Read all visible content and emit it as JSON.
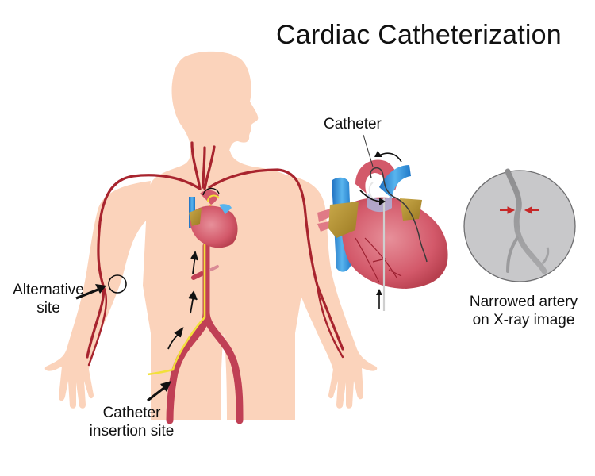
{
  "title": "Cardiac Catheterization",
  "labels": {
    "catheter": "Catheter",
    "alternative_site_line1": "Alternative",
    "alternative_site_line2": "site",
    "insertion_site_line1": "Catheter",
    "insertion_site_line2": "insertion site",
    "xray_line1": "Narrowed artery",
    "xray_line2": "on X-ray image"
  },
  "colors": {
    "skin": "#fbd3bb",
    "artery": "#a8242e",
    "heart": "#d9626e",
    "aorta_vein": "#2f8fd6",
    "fat": "#b8952c",
    "catheter_wire": "#f2e03a",
    "xray_bg": "#c8c8ca",
    "xray_vessel": "#8a8a8c",
    "narrowing_arrows": "#c62828",
    "text": "#111111"
  }
}
